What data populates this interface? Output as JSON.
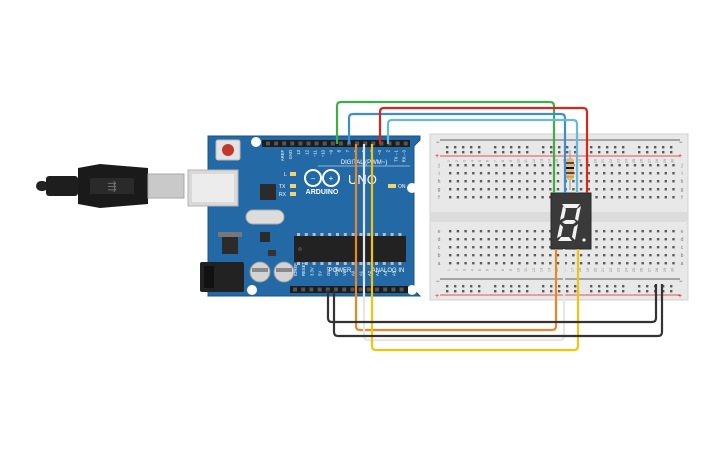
{
  "board": {
    "brand": "ARDUINO",
    "model": "UNO",
    "digital_label": "DIGITAL (PWM~)",
    "power_label": "POWER",
    "analog_label": "ANALOG IN",
    "on_label": "ON",
    "tx_label": "TX",
    "rx_label": "RX",
    "l_label": "L",
    "top_pins": [
      "AREF",
      "GND",
      "13",
      "12",
      "~11",
      "~10",
      "~9",
      "8",
      "7",
      "~6",
      "~5",
      "4",
      "~3",
      "2",
      "TX→1",
      "RX←0"
    ],
    "bottom_pins": [
      "IOREF",
      "RESET",
      "3.3V",
      "5V",
      "GND",
      "GND",
      "Vin",
      "A0",
      "A1",
      "A2",
      "A3",
      "A4",
      "A5"
    ]
  },
  "display": {
    "digit": "8"
  },
  "breadboard": {
    "rows_top": [
      "j",
      "i",
      "h",
      "g",
      "f"
    ],
    "rows_bottom": [
      "e",
      "d",
      "c",
      "b",
      "a"
    ],
    "columns": [
      "1",
      "2",
      "3",
      "4",
      "5",
      "6",
      "7",
      "8",
      "9",
      "10",
      "11",
      "12",
      "13",
      "14",
      "15",
      "16",
      "17",
      "18",
      "19",
      "20",
      "21",
      "22",
      "23",
      "24",
      "25",
      "26",
      "27",
      "28",
      "29",
      "30"
    ],
    "plus": "+",
    "minus": "−"
  },
  "colors": {
    "board": "#2369a6",
    "board_dark": "#1a5486",
    "wire_green": "#3fae49",
    "wire_red": "#d9261c",
    "wire_blue": "#3b8fd0",
    "wire_teal": "#65b9d9",
    "wire_orange": "#e8862a",
    "wire_white": "#e6e6e6",
    "wire_yellow": "#f1c40f",
    "wire_black": "#333333"
  }
}
